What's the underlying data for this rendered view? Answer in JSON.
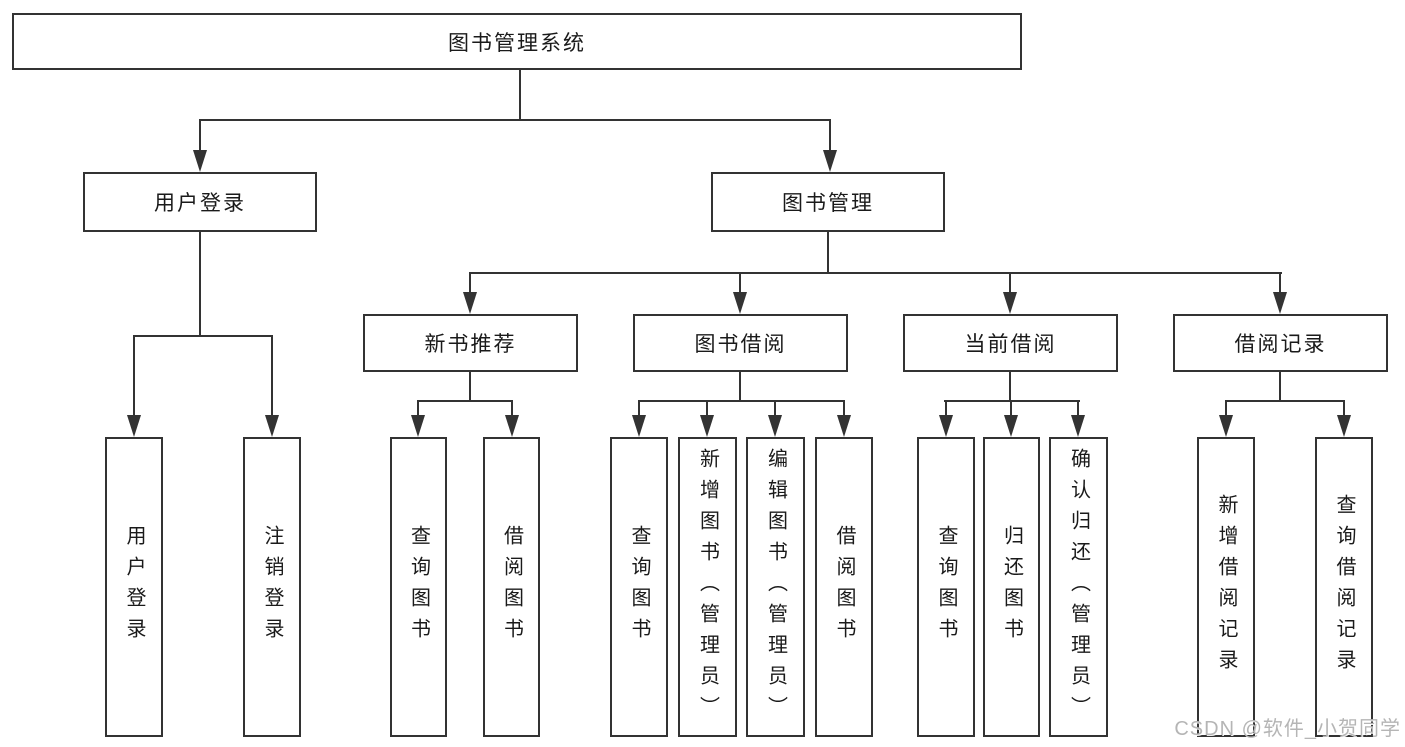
{
  "tree": {
    "label": "图书管理系统",
    "children": [
      {
        "label": "用户登录",
        "children": [
          {
            "label": "用户登录"
          },
          {
            "label": "注销登录"
          }
        ]
      },
      {
        "label": "图书管理",
        "children": [
          {
            "label": "新书推荐",
            "children": [
              {
                "label": "查询图书"
              },
              {
                "label": "借阅图书"
              }
            ]
          },
          {
            "label": "图书借阅",
            "children": [
              {
                "label": "查询图书"
              },
              {
                "label": "新增图书（管理员）"
              },
              {
                "label": "编辑图书（管理员）"
              },
              {
                "label": "借阅图书"
              }
            ]
          },
          {
            "label": "当前借阅",
            "children": [
              {
                "label": "查询图书"
              },
              {
                "label": "归还图书"
              },
              {
                "label": "确认归还（管理员）"
              }
            ]
          },
          {
            "label": "借阅记录",
            "children": [
              {
                "label": "新增借阅记录"
              },
              {
                "label": "查询借阅记录"
              }
            ]
          }
        ]
      }
    ]
  },
  "watermark": {
    "text": "CSDN @软件_小贺同学"
  },
  "colors": {
    "line": "#333333",
    "text": "#1a1a1a",
    "background": "#ffffff",
    "watermark": "#b5b5b5"
  }
}
